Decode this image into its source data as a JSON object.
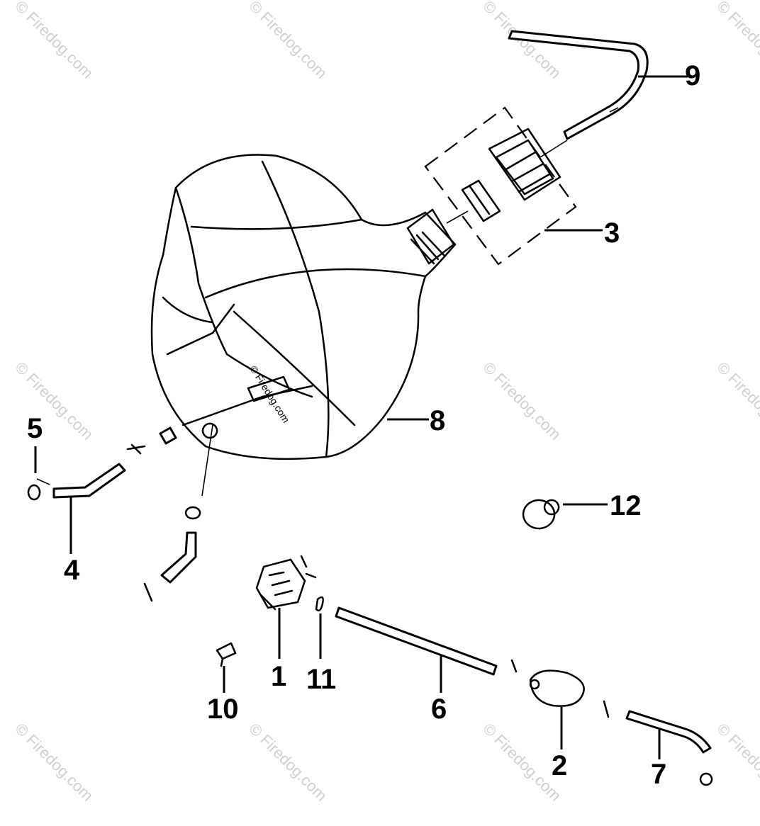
{
  "watermark_text": "© Firedog.com",
  "tank_stamp_text": "© Firedog.com",
  "callouts": {
    "c1": "1",
    "c2": "2",
    "c3": "3",
    "c4": "4",
    "c5": "5",
    "c6": "6",
    "c7": "7",
    "c8": "8",
    "c9": "9",
    "c10": "10",
    "c11": "11",
    "c12": "12"
  }
}
